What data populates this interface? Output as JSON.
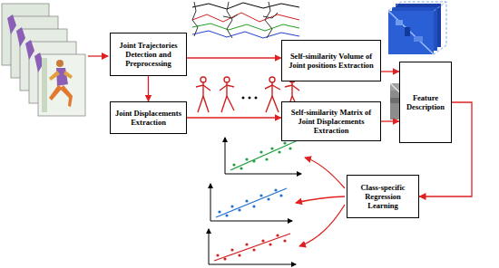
{
  "diagram": {
    "nodes": [
      {
        "text": [
          "Joint Trajectories Detection and Preprocessing"
        ]
      },
      {
        "text": [
          "Joint Displacements Extraction"
        ]
      },
      {
        "text": [
          "Self-similarity Volume of Joint positions Extraction"
        ]
      },
      {
        "text": [
          "Self-similarity Matrix of Joint Displacements Extraction"
        ]
      },
      {
        "text": [
          "Feature Description"
        ]
      },
      {
        "text": [
          "Class-specific Regression Learning"
        ]
      }
    ],
    "edges": [
      {
        "from": 0,
        "to": 1,
        "arrow": "to"
      },
      {
        "from": 0,
        "to": 2,
        "arrow": "to"
      },
      {
        "from": 1,
        "to": 3,
        "arrow": "to"
      },
      {
        "from": 2,
        "to": 4,
        "arrow": "to"
      },
      {
        "from": 3,
        "to": 4,
        "arrow": "to"
      },
      {
        "from": 4,
        "to": 5,
        "arrow": "to"
      }
    ]
  }
}
